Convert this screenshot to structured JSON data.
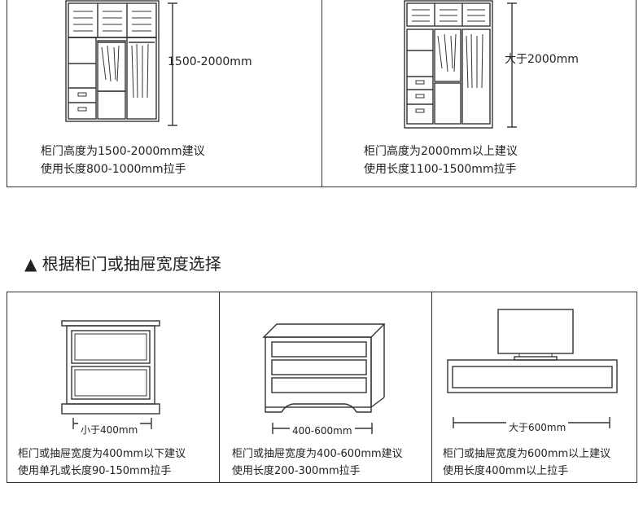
{
  "top_panels": [
    {
      "dimension_label": "1500-2000mm",
      "line1": "柜门高度为1500-2000mm建议",
      "line2": "使用长度800-1000mm拉手"
    },
    {
      "dimension_label": "大于2000mm",
      "line1": "柜门高度为2000mm以上建议",
      "line2": "使用长度1100-1500mm拉手"
    }
  ],
  "section_heading": "▲ 根据柜门或抽屉宽度选择",
  "bottom_panels": [
    {
      "width_label": "小于400mm",
      "line1": "柜门或抽屉宽度为400mm以下建议",
      "line2": "使用单孔或长度90-150mm拉手"
    },
    {
      "width_label": "400-600mm",
      "line1": "柜门或抽屉宽度为400-600mm建议",
      "line2": "使用长度200-300mm拉手"
    },
    {
      "width_label": "大于600mm",
      "line1": "柜门或抽屉宽度为600mm以上建议",
      "line2": "使用长度400mm以上拉手"
    }
  ]
}
